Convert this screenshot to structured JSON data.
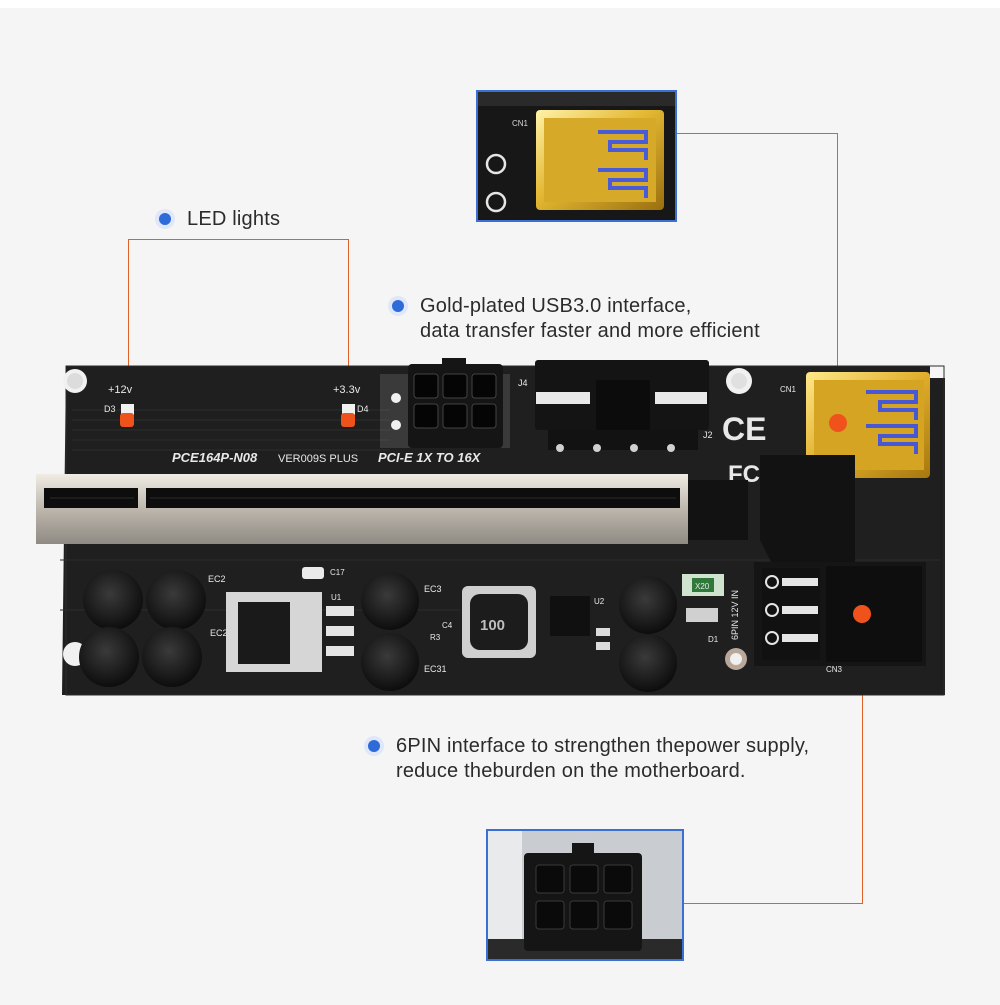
{
  "colors": {
    "accent": "#2f6ad9",
    "leader_line": "#e0602a",
    "board": "#1e1e1f",
    "thumb_border": "#3a6fd6"
  },
  "callouts": {
    "led": {
      "line1": "LED lights"
    },
    "usb": {
      "line1": "Gold-plated USB3.0 interface,",
      "line2": "data transfer faster and more efficient"
    },
    "sixpin": {
      "line1": "6PIN interface to strengthen thepower supply,",
      "line2": "reduce theburden on the motherboard."
    }
  },
  "board": {
    "model": "PCE164P-N08",
    "version": "VER009S PLUS",
    "slot_label": "PCI-E 1X TO 16X",
    "led_left": "+12v",
    "led_left_ref": "D3",
    "led_right": "+3.3v",
    "led_right_ref": "D4",
    "j4": "J4",
    "j2": "J2",
    "cn1": "CN1",
    "cn3": "CN3",
    "ce_mark": "CE",
    "fc_mark": "FC",
    "ec2": "EC2",
    "ec21": "EC21",
    "ec3": "EC3",
    "ec31": "EC31",
    "c17": "C17",
    "u1": "U1",
    "u2": "U2",
    "c4": "C4",
    "r3": "R3",
    "d1": "D1",
    "inductor": "100",
    "power_marks": "6PIN  12V IN",
    "fuse": "X20"
  },
  "thumb_usb": {
    "cn1": "CN1"
  }
}
